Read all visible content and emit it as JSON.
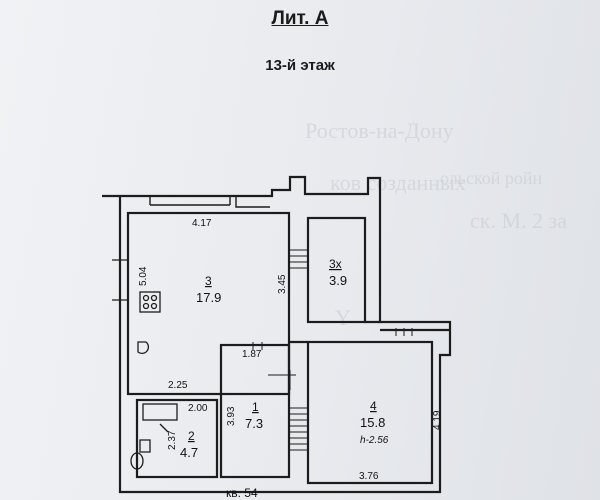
{
  "header": {
    "title": "Лит. А",
    "floor": "13-й этаж"
  },
  "background_text": [
    "Ростов-на-Дону",
    "ков созданных",
    "ольской ройн",
    "ск. М. 2 за",
    "Y"
  ],
  "rooms": [
    {
      "number": "3",
      "area": "17.9",
      "height": ""
    },
    {
      "number": "3х",
      "area": "3.9",
      "height": ""
    },
    {
      "number": "1",
      "area": "7.3",
      "height": ""
    },
    {
      "number": "2",
      "area": "4.7",
      "height": ""
    },
    {
      "number": "4",
      "area": "15.8",
      "height": "h-2.56"
    }
  ],
  "dimensions": {
    "room3_top": "4.17",
    "room3_left": "5.04",
    "room3_bottom": "2.25",
    "room3x_left": "3.45",
    "room1_top": "1.87",
    "room1_left": "3.93",
    "room2_top": "2.00",
    "room2_left": "2.37",
    "room4_right": "4.19",
    "room4_bottom": "3.76"
  },
  "footer": {
    "apartment": "кв. 54"
  }
}
